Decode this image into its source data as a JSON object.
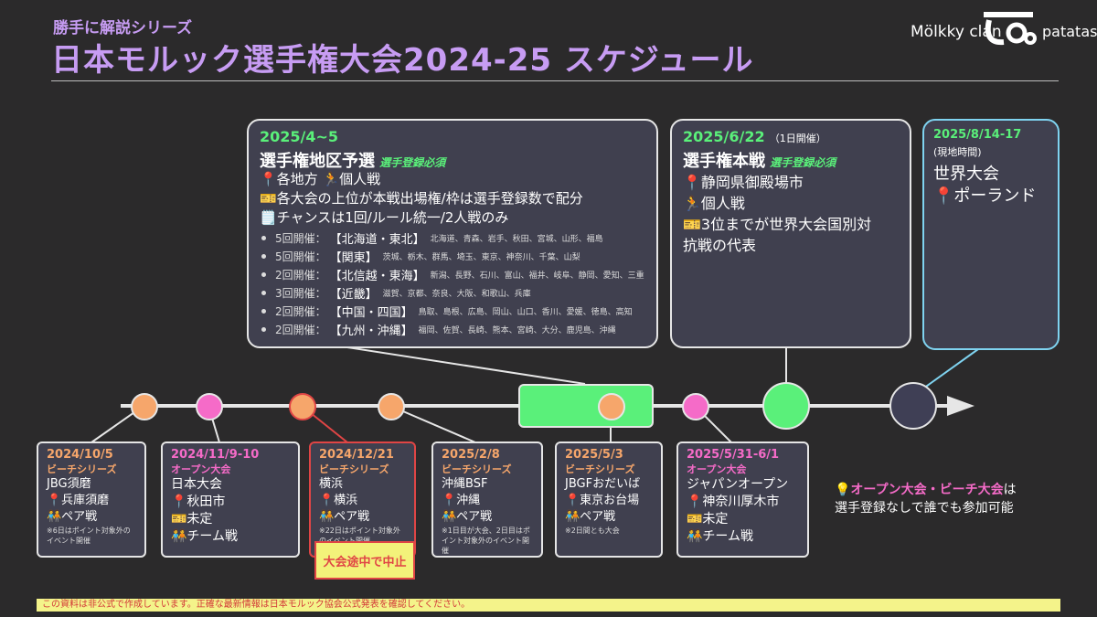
{
  "header": {
    "subtitle": "勝手に解説シリーズ",
    "title": "日本モルック選手権大会2024-25 スケジュール",
    "brand_left": "Mölkky clan",
    "brand_right": "patatas"
  },
  "regional": {
    "date": "2025/4~5",
    "name": "選手権地区予選",
    "tag": "選手登録必須",
    "line1": "📍各地方  🏃個人戦",
    "line2": "🎫各大会の上位が本戦出場権/枠は選手登録数で配分",
    "line3": "🗒️チャンスは1回/ルール統一/2人戦のみ",
    "regions": [
      {
        "count": "5回開催：",
        "name": "【北海道・東北】",
        "prefs": "北海道、青森、岩手、秋田、宮城、山形、福島"
      },
      {
        "count": "5回開催：",
        "name": "【関東】",
        "prefs": "茨城、栃木、群馬、埼玉、東京、神奈川、千葉、山梨"
      },
      {
        "count": "2回開催：",
        "name": "【北信越・東海】",
        "prefs": "新潟、長野、石川、富山、福井、岐阜、静岡、愛知、三重"
      },
      {
        "count": "3回開催：",
        "name": "【近畿】",
        "prefs": "滋賀、京都、奈良、大阪、和歌山、兵庫"
      },
      {
        "count": "2回開催：",
        "name": "【中国・四国】",
        "prefs": "鳥取、島根、広島、岡山、山口、香川、愛媛、徳島、高知"
      },
      {
        "count": "2回開催：",
        "name": "【九州・沖縄】",
        "prefs": "福岡、佐賀、長崎、熊本、宮崎、大分、鹿児島、沖縄"
      }
    ]
  },
  "main_event": {
    "date": "2025/6/22",
    "note": "（1日開催）",
    "name": "選手権本戦",
    "tag": "選手登録必須",
    "line1": "📍静岡県御殿場市",
    "line2": "🏃個人戦",
    "line3": "🎫3位までが世界大会国別対",
    "line4": "抗戦の代表"
  },
  "world": {
    "date": "2025/8/14-17",
    "note": "(現地時間)",
    "name": "世界大会",
    "place": "📍ポーランド"
  },
  "events": [
    {
      "date": "2024/10/5",
      "type": "ビーチシリーズ",
      "name": "JBG須磨",
      "place": "📍兵庫須磨",
      "format": "🧑‍🤝‍🧑ペア戦",
      "note": "※6日はポイント対象外のイベント開催"
    },
    {
      "date": "2024/11/9-10",
      "type": "オープン大会",
      "name": "日本大会",
      "place": "📍秋田市",
      "ticket": "🎫未定",
      "format": "🧑‍🤝‍🧑チーム戦"
    },
    {
      "date": "2024/12/21",
      "type": "ビーチシリーズ",
      "name": "横浜",
      "place": "📍横浜",
      "format": "🧑‍🤝‍🧑ペア戦",
      "note": "※22日はポイント対象外のイベント開催"
    },
    {
      "date": "2025/2/8",
      "type": "ビーチシリーズ",
      "name": "沖縄BSF",
      "place": "📍沖縄",
      "format": "🧑‍🤝‍🧑ペア戦",
      "note": "※1日目が大会、2日目はポイント対象外のイベント開催"
    },
    {
      "date": "2025/5/3",
      "type": "ビーチシリーズ",
      "name": "JBGFおだいば",
      "place": "📍東京お台場",
      "format": "🧑‍🤝‍🧑ペア戦",
      "note": "※2日間とも大会"
    },
    {
      "date": "2025/5/31-6/1",
      "type": "オープン大会",
      "name": "ジャパンオープン",
      "place": "📍神奈川厚木市",
      "ticket": "🎫未定",
      "format": "🧑‍🤝‍🧑チーム戦"
    }
  ],
  "cancel_label": "大会途中で中止",
  "open_note": {
    "highlight": "💡オープン大会・ビーチ大会",
    "suffix": "は",
    "line2": "選手登録なしで誰でも参加可能"
  },
  "footer": "この資料は非公式で作成しています。正確な最新情報は日本モルック協会公式発表を確認してください。",
  "colors": {
    "green": "#5af07a",
    "orange": "#f6a66b",
    "pink": "#f56bc8",
    "purple": "#c79cf3",
    "navy": "#40404f"
  }
}
